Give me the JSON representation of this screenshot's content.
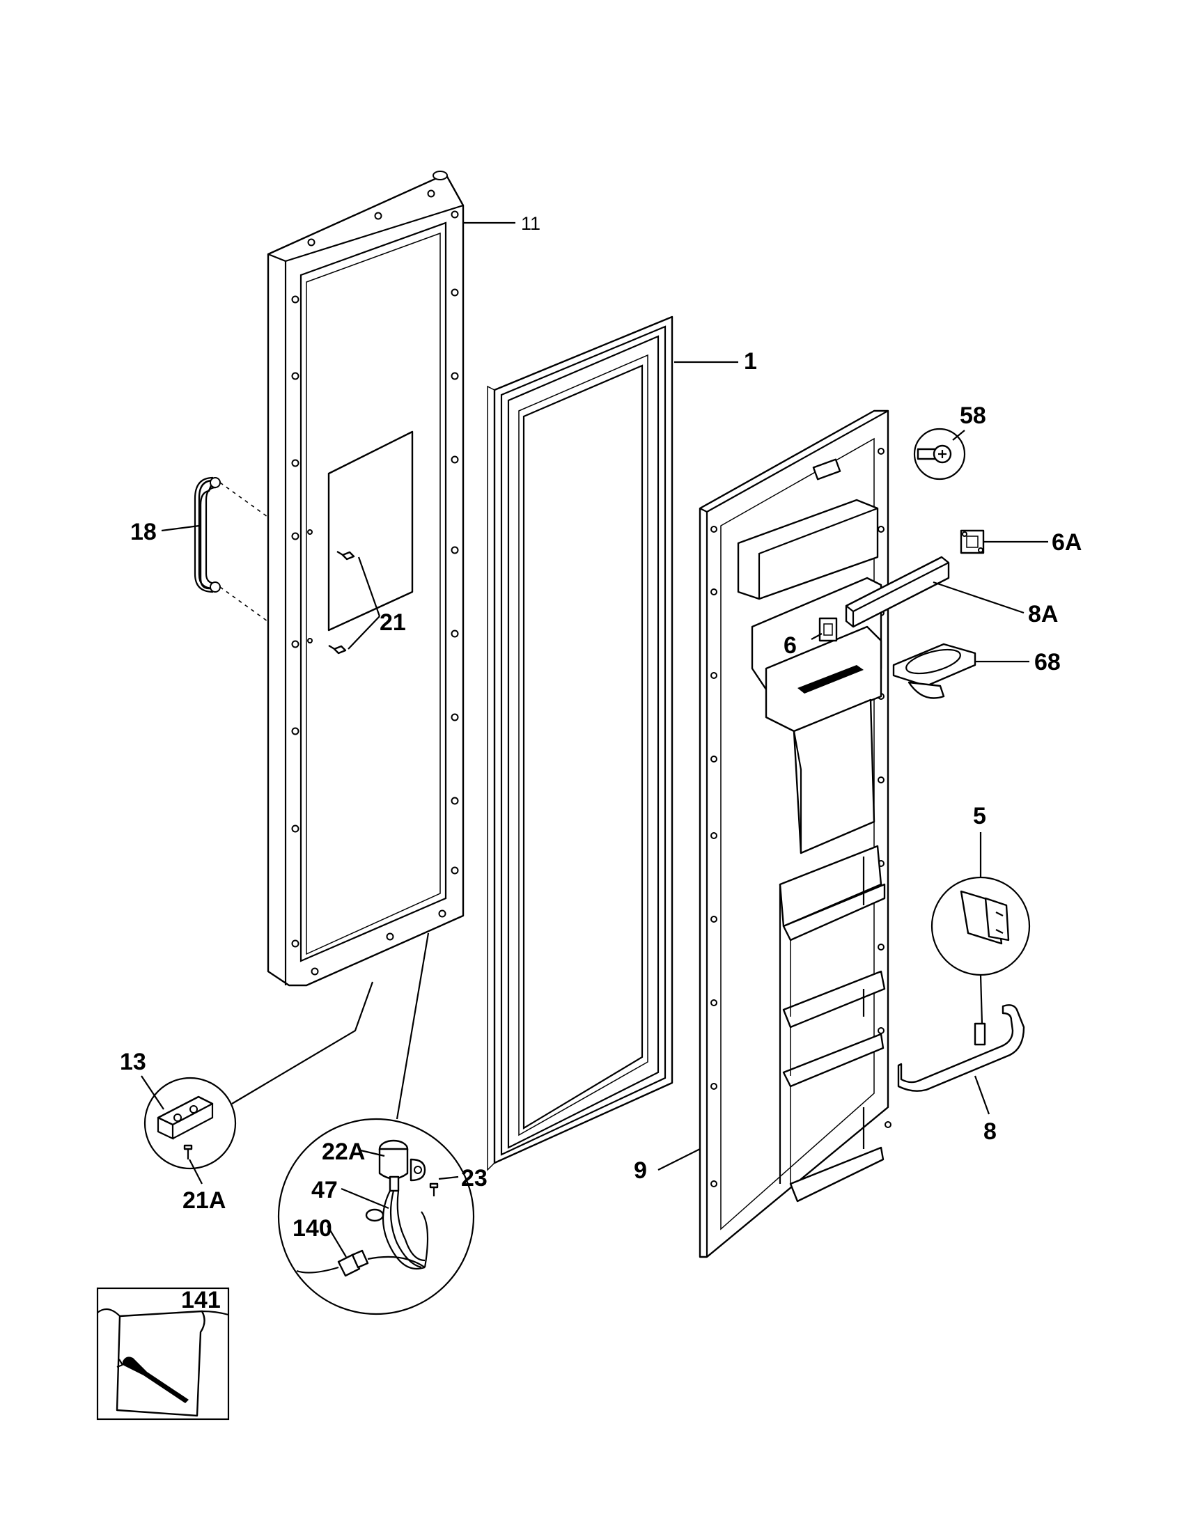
{
  "callouts": {
    "c11": "11",
    "c1": "1",
    "c58": "58",
    "c6A": "6A",
    "c8A": "8A",
    "c6": "6",
    "c68": "68",
    "c18": "18",
    "c21": "21",
    "c5": "5",
    "c13": "13",
    "c21A": "21A",
    "c22A": "22A",
    "c47": "47",
    "c23": "23",
    "c140": "140",
    "c9": "9",
    "c8": "8",
    "c141": "141"
  }
}
